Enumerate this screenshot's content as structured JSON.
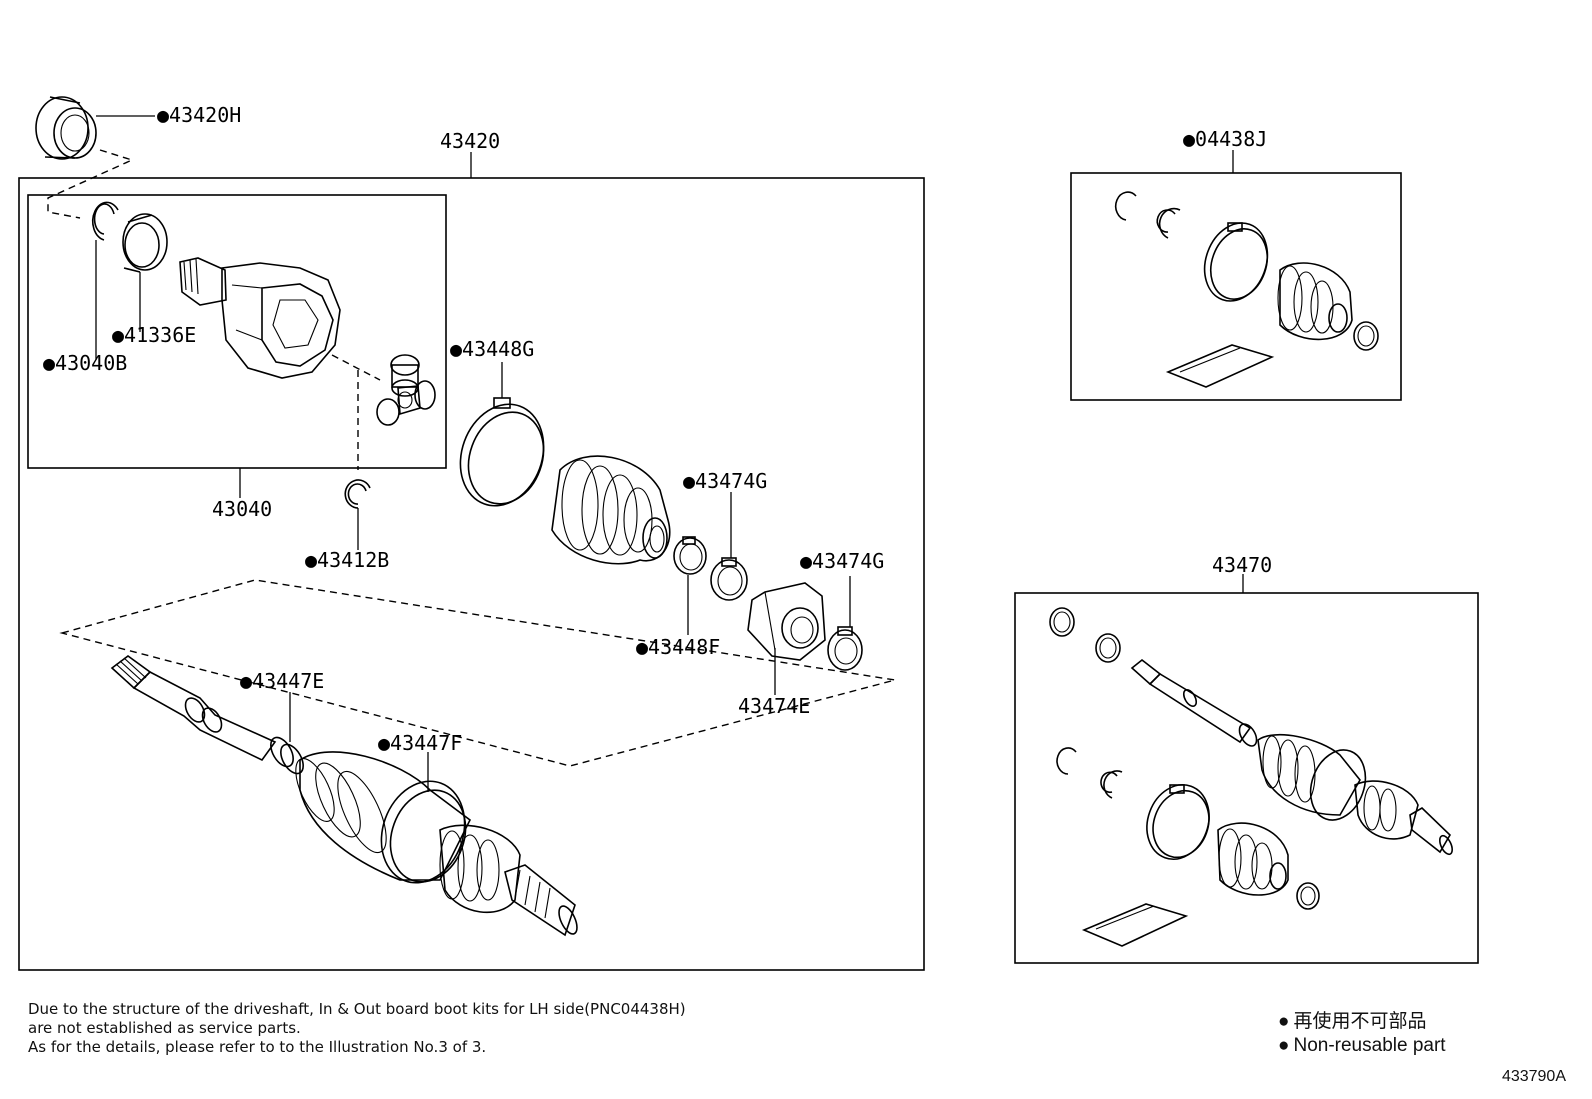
{
  "labels": {
    "l43420H": "●43420H",
    "l43420": "43420",
    "l41336E": "●41336E",
    "l43040B": "●43040B",
    "l43040": "43040",
    "l43412B": "●43412B",
    "l43448G": "●43448G",
    "l43474G_1": "●43474G",
    "l43474G_2": "●43474G",
    "l43448F": "●43448F",
    "l43474E": "43474E",
    "l43447E": "●43447E",
    "l43447F": "●43447F",
    "l04438J": "●04438J",
    "l43470": "43470"
  },
  "note": {
    "line1": "Due to the structure of the driveshaft, In & Out board  boot kits for LH side(PNC04438H)",
    "line2": "are not established as service parts.",
    "line3": "As for the details, please refer to to the Illustration No.3 of 3."
  },
  "legend": {
    "symbol": "●",
    "jp": "再使用不可部品",
    "en": "Non-reusable part"
  },
  "figure_id": "433790A"
}
